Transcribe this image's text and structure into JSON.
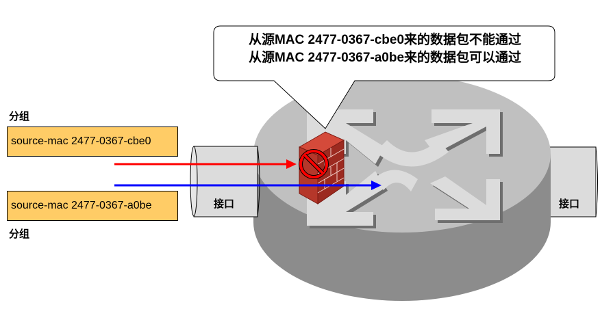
{
  "callout": {
    "lines": [
      "从源MAC 2477-0367-cbe0来的数据包不能通过",
      "从源MAC 2477-0367-a0be来的数据包可以通过"
    ]
  },
  "packets": [
    {
      "group_label": "分组",
      "text": "source-mac 2477-0367-cbe0",
      "flow_color": "#ff0000",
      "result": "blocked"
    },
    {
      "group_label": "分组",
      "text": "source-mac 2477-0367-a0be",
      "flow_color": "#0000ff",
      "result": "allowed"
    }
  ],
  "interfaces": [
    {
      "label": "接口",
      "side": "left"
    },
    {
      "label": "接口",
      "side": "right"
    }
  ],
  "colors": {
    "packet_fill": "#ffcc66",
    "router_top": "#c0c0c0",
    "router_side": "#8c8c8c",
    "firewall": "#b5372a",
    "blocked_sign": "#ff0000"
  },
  "icons": [
    "router-icon",
    "firewall-icon",
    "no-entry-icon"
  ]
}
